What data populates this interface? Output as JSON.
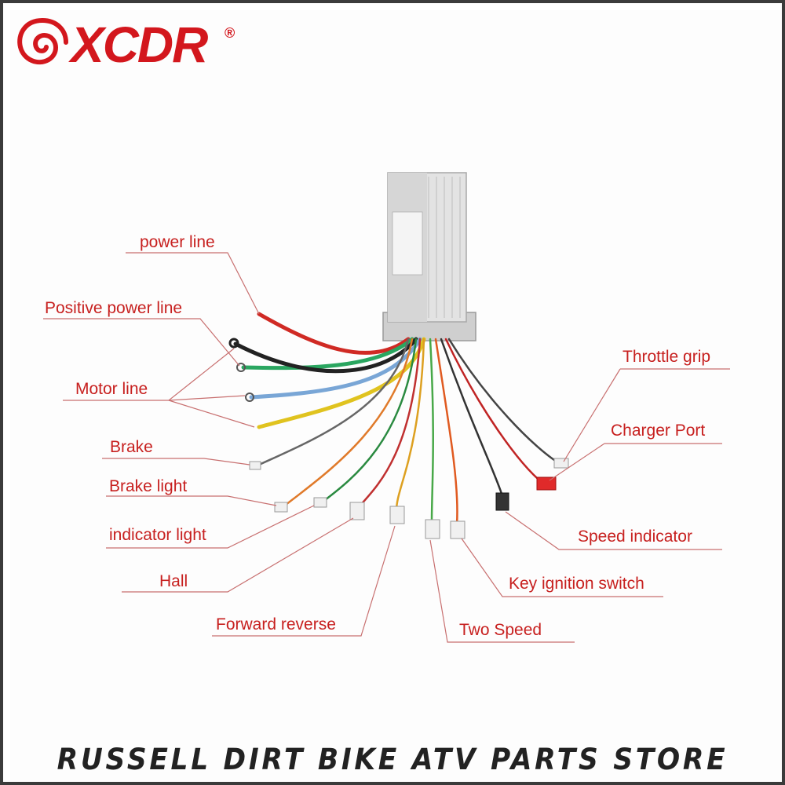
{
  "brand": {
    "logo_text": "XCDR",
    "registered_mark": "®",
    "color": "#d3171d"
  },
  "labels": {
    "power_line": "power line",
    "positive_power_line": "Positive power line",
    "motor_line": "Motor line",
    "brake": "Brake",
    "brake_light": "Brake light",
    "indicator_light": "indicator light",
    "hall": "Hall",
    "forward_reverse": "Forward reverse",
    "throttle_grip": "Throttle grip",
    "charger_port": "Charger Port",
    "speed_indicator": "Speed indicator",
    "key_ignition_switch": "Key ignition switch",
    "two_speed": "Two Speed"
  },
  "colors": {
    "label_text": "#c7201f",
    "leader_line": "#c87070",
    "controller_body": "#d9d9d9"
  },
  "footer": {
    "store_name": "RUSSELL DIRT BIKE ATV PARTS STORE"
  }
}
